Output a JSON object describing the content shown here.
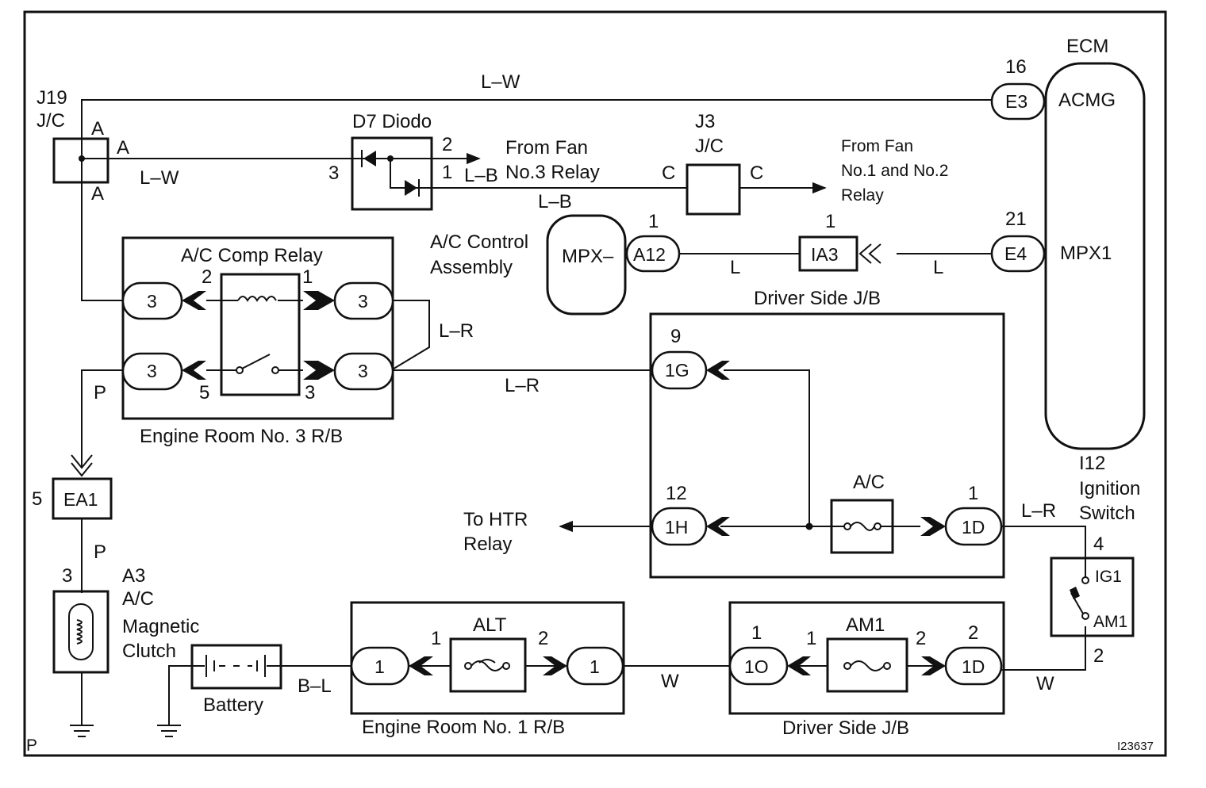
{
  "labels": {
    "ecm": "ECM",
    "acmg": "ACMG",
    "mpx1": "MPX1",
    "pin_16": "16",
    "e3": "E3",
    "pin_21": "21",
    "e4": "E4",
    "lw_top": "L–W",
    "j19": "J19",
    "jc1": "J/C",
    "a1": "A",
    "a2": "A",
    "a3": "A",
    "lw_left": "L–W",
    "d7_title": "D7 Diodo",
    "d7_pin3": "3",
    "d7_pin2": "2",
    "d7_pin1": "1",
    "from_fan3_l1": "From Fan",
    "from_fan3_l2": "No.3 Relay",
    "lb1": "L–B",
    "lb2": "L–B",
    "j3": "J3",
    "jc2": "J/C",
    "c1": "C",
    "c2": "C",
    "from_fan12_l1": "From Fan",
    "from_fan12_l2": "No.1 and No.2",
    "from_fan12_l3": "Relay",
    "ac_ctrl_l1": "A/C Control",
    "ac_ctrl_l2": "Assembly",
    "mpx": "MPX–",
    "pin_1_a12": "1",
    "a12": "A12",
    "l1": "L",
    "pin_1_ia3": "1",
    "ia3": "IA3",
    "l2": "L",
    "dsjb_top": "Driver Side J/B",
    "ac_comp_relay": "A/C Comp Relay",
    "relay_pin2": "2",
    "relay_pin1": "1",
    "relay_pin5": "5",
    "relay_pin3": "3",
    "c3a": "3",
    "c3b": "3",
    "c3c": "3",
    "c3d": "3",
    "lr1": "L–R",
    "lr2": "L–R",
    "lr3": "L–R",
    "p1": "P",
    "p2": "P",
    "er3": "Engine Room No. 3 R/B",
    "pin_9": "9",
    "c1g": "1G",
    "pin_12": "12",
    "c1h": "1H",
    "fuse_ac": "A/C",
    "pin_1_1d": "1",
    "c1d_top": "1D",
    "to_htr_l1": "To HTR",
    "to_htr_l2": "Relay",
    "i12": "I12",
    "ign_l1": "Ignition",
    "ign_l2": "Switch",
    "ign_pin4": "4",
    "ig1": "IG1",
    "am1_sw": "AM1",
    "ign_pin2": "2",
    "pin_5": "5",
    "ea1": "EA1",
    "pin_3_a3": "3",
    "a3_l1": "A3",
    "a3_l2": "A/C",
    "a3_l3": "Magnetic",
    "a3_l4": "Clutch",
    "battery": "Battery",
    "bl": "B–L",
    "alt": "ALT",
    "alt_pin1": "1",
    "alt_pin2": "2",
    "c1_left": "1",
    "c1_right": "1",
    "er1": "Engine Room No. 1 R/B",
    "w1": "W",
    "am1_fuse": "AM1",
    "am1_pin1a": "1",
    "am1_pin1b": "1",
    "am1_pin2a": "2",
    "am1_pin2b": "2",
    "c1o": "1O",
    "c1d_bottom": "1D",
    "dsjb_bottom": "Driver Side J/B",
    "w2": "W",
    "corner_p": "P",
    "code": "I23637"
  }
}
